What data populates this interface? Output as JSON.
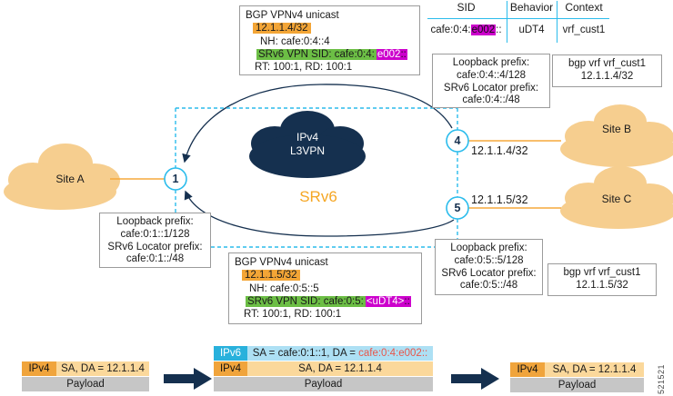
{
  "colors": {
    "navy": "#15304F",
    "cyan": "#2BBCEC",
    "orange_highlight": "#F3A536",
    "green_highlight": "#6CBE45",
    "magenta_highlight": "#CC00CC",
    "cloud_tan": "#F6CE8F",
    "link_orange": "#F5A83C",
    "srv6_orange": "#F5A623",
    "packet_row_orange": "#FBD89B",
    "packet_tag_orange": "#F0A43C",
    "packet_row_blue": "#ADE0F4",
    "packet_tag_cyan": "#29B1DC",
    "payload_gray": "#C6C6C6",
    "da_red": "#E8564A"
  },
  "bgp_top": {
    "title": "BGP VPNv4 unicast",
    "prefix": "12.1.1.4/32",
    "nh": "NH: cafe:0:4::4",
    "sid_green": "SRv6 VPN SID: cafe:0:4:",
    "sid_magenta": "e002",
    "sid_tail": "::",
    "rt_rd": "RT: 100:1, RD: 100:1"
  },
  "bgp_bottom": {
    "title": "BGP VPNv4 unicast",
    "prefix": "12.1.1.5/32",
    "nh": "NH: cafe:0:5::5",
    "sid_green": "SRv6 VPN SID: cafe:0:5:",
    "sid_magenta": "<uDT4>",
    "sid_tail": "::",
    "rt_rd": "RT: 100:1, RD: 100:1"
  },
  "sid_table": {
    "headers": [
      "SID",
      "Behavior",
      "Context"
    ],
    "row": {
      "sid_pre": "cafe:0:4:",
      "sid_hl": "e002",
      "sid_post": "::",
      "behavior": "uDT4",
      "context": "vrf_cust1"
    }
  },
  "boxes": {
    "loopback_pe4": {
      "line1": "Loopback prefix:",
      "line2": "cafe:0:4::4/128",
      "line3": "SRv6 Locator prefix:",
      "line4": "cafe:0:4::/48"
    },
    "vrf_pe4": {
      "line1": "bgp vrf vrf_cust1",
      "line2": "12.1.1.4/32"
    },
    "loopback_pe1": {
      "line1": "Loopback prefix:",
      "line2": "cafe:0:1::1/128",
      "line3": "SRv6 Locator prefix:",
      "line4": "cafe:0:1::/48"
    },
    "loopback_pe5": {
      "line1": "Loopback prefix:",
      "line2": "cafe:0:5::5/128",
      "line3": "SRv6 Locator prefix:",
      "line4": "cafe:0:5::/48"
    },
    "vrf_pe5": {
      "line1": "bgp vrf vrf_cust1",
      "line2": "12.1.1.5/32"
    }
  },
  "core": {
    "cloud_line1": "IPv4",
    "cloud_line2": "L3VPN",
    "domain": "SRv6"
  },
  "sites": {
    "a": "Site A",
    "b": "Site B",
    "c": "Site C"
  },
  "nodes": {
    "n1": "1",
    "n4": "4",
    "n5": "5"
  },
  "links": {
    "pe4_prefix": "12.1.1.4/32",
    "pe5_prefix": "12.1.1.5/32"
  },
  "packets": {
    "left": {
      "tag": "IPv4",
      "header": "SA, DA = 12.1.1.4",
      "payload": "Payload"
    },
    "middle": {
      "v6_tag": "IPv6",
      "v6_text": "SA = cafe:0:1::1, DA = ",
      "v6_da": "cafe:0:4:e002::",
      "v4_tag": "IPv4",
      "v4_header": "SA, DA = 12.1.1.4",
      "payload": "Payload"
    },
    "right": {
      "tag": "IPv4",
      "header": "SA, DA = 12.1.1.4",
      "payload": "Payload"
    }
  },
  "watermark": "521521"
}
